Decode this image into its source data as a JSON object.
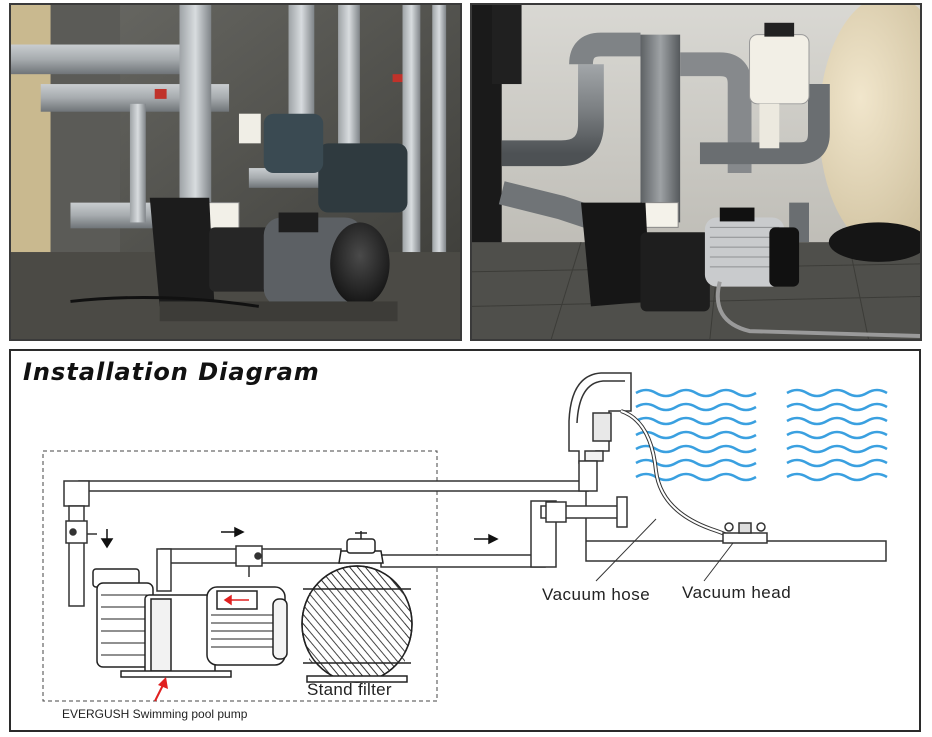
{
  "diagram": {
    "title": "Installation Diagram",
    "labels": {
      "vacuum_hose": "Vacuum hose",
      "vacuum_head": "Vacuum head",
      "stand_filter": "Stand filter",
      "pump": "EVERGUSH Swimming pool pump"
    }
  },
  "colors": {
    "water": "#3aa0e0",
    "pointer_arrow": "#e02020",
    "pipe_outline": "#333333",
    "photo_dark": "#2e2e2e",
    "filter_tank": "#e8dcc0"
  },
  "icons": [
    "flow-arrow-icon",
    "pump-icon",
    "filter-icon",
    "skimmer-icon",
    "vacuum-head-icon",
    "water-waves-icon"
  ]
}
